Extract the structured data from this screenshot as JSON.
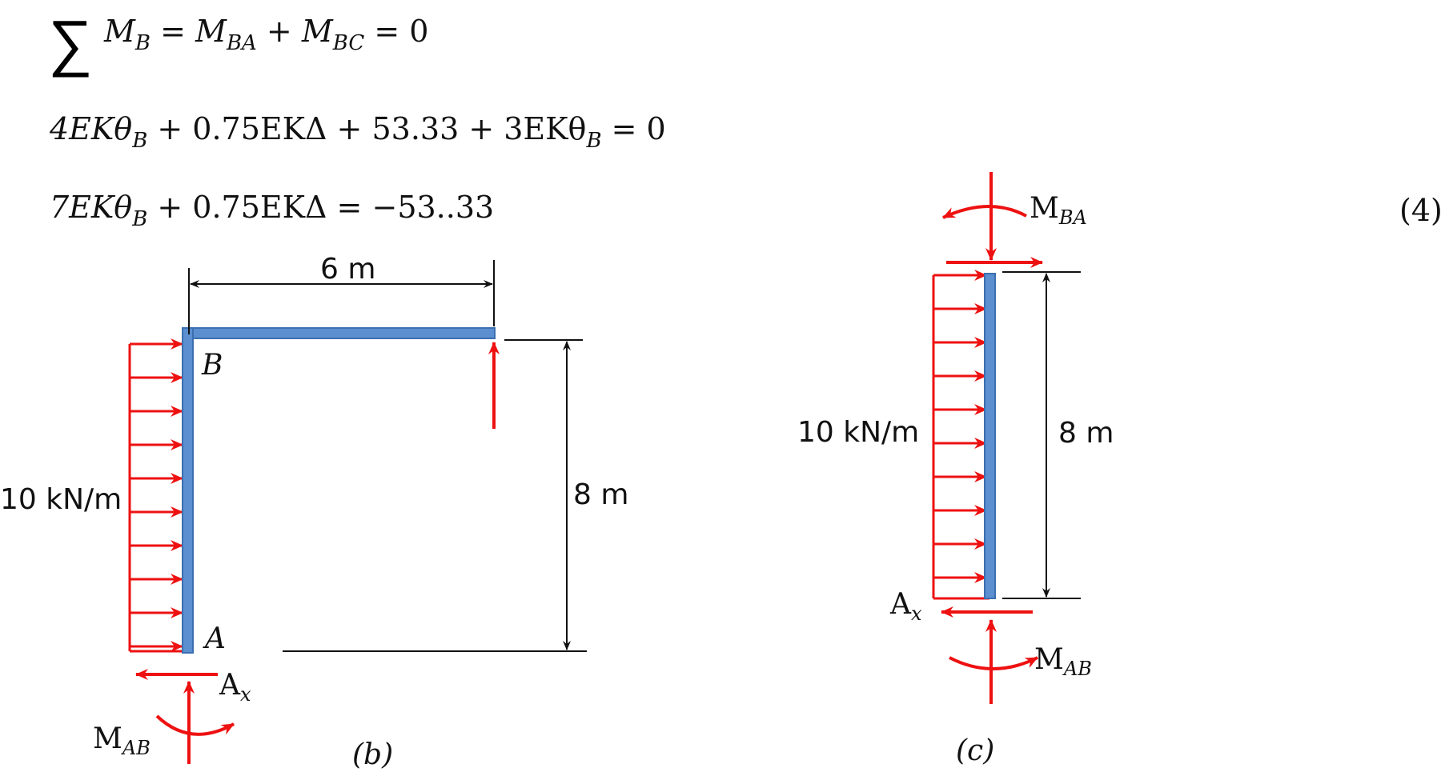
{
  "equations": {
    "eq1": {
      "sum": "∑",
      "m1": "M",
      "m1_sub": "B",
      "eq_a": " = ",
      "m2": "M",
      "m2_sub": "BA",
      "plus": " + ",
      "m3": "M",
      "m3_sub": "BC",
      "rhs": " =  0"
    },
    "eq2": {
      "t1": "4EKθ",
      "t1_sub": "B",
      "t2": " + 0.75EKΔ + 53.33 + 3EKθ",
      "t2_sub": "B",
      "rhs": " =  0"
    },
    "eq3": {
      "t1": "7EKθ",
      "t1_sub": "B",
      "t2": " + 0.75EKΔ =  −53..33"
    },
    "eq_number": "(4)"
  },
  "figure_b": {
    "span_label": "6 m",
    "height_label": "8 m",
    "load_label": "10 kN/m",
    "node_top": "B",
    "node_bottom": "A",
    "reaction_ax": "A",
    "reaction_ax_sub": "x",
    "moment_label": "M",
    "moment_label_sub": "AB",
    "caption": "(b)"
  },
  "figure_c": {
    "height_label": "8 m",
    "load_label": "10 kN/m",
    "top_moment": "M",
    "top_moment_sub": "BA",
    "reaction_ax": "A",
    "reaction_ax_sub": "x",
    "bottom_moment": "M",
    "bottom_moment_sub": "AB",
    "caption": "(c)"
  },
  "colors": {
    "member": "#5b8fcf",
    "member_edge": "#3c6fb0",
    "load": "#ee1111",
    "dimension": "#111111"
  }
}
